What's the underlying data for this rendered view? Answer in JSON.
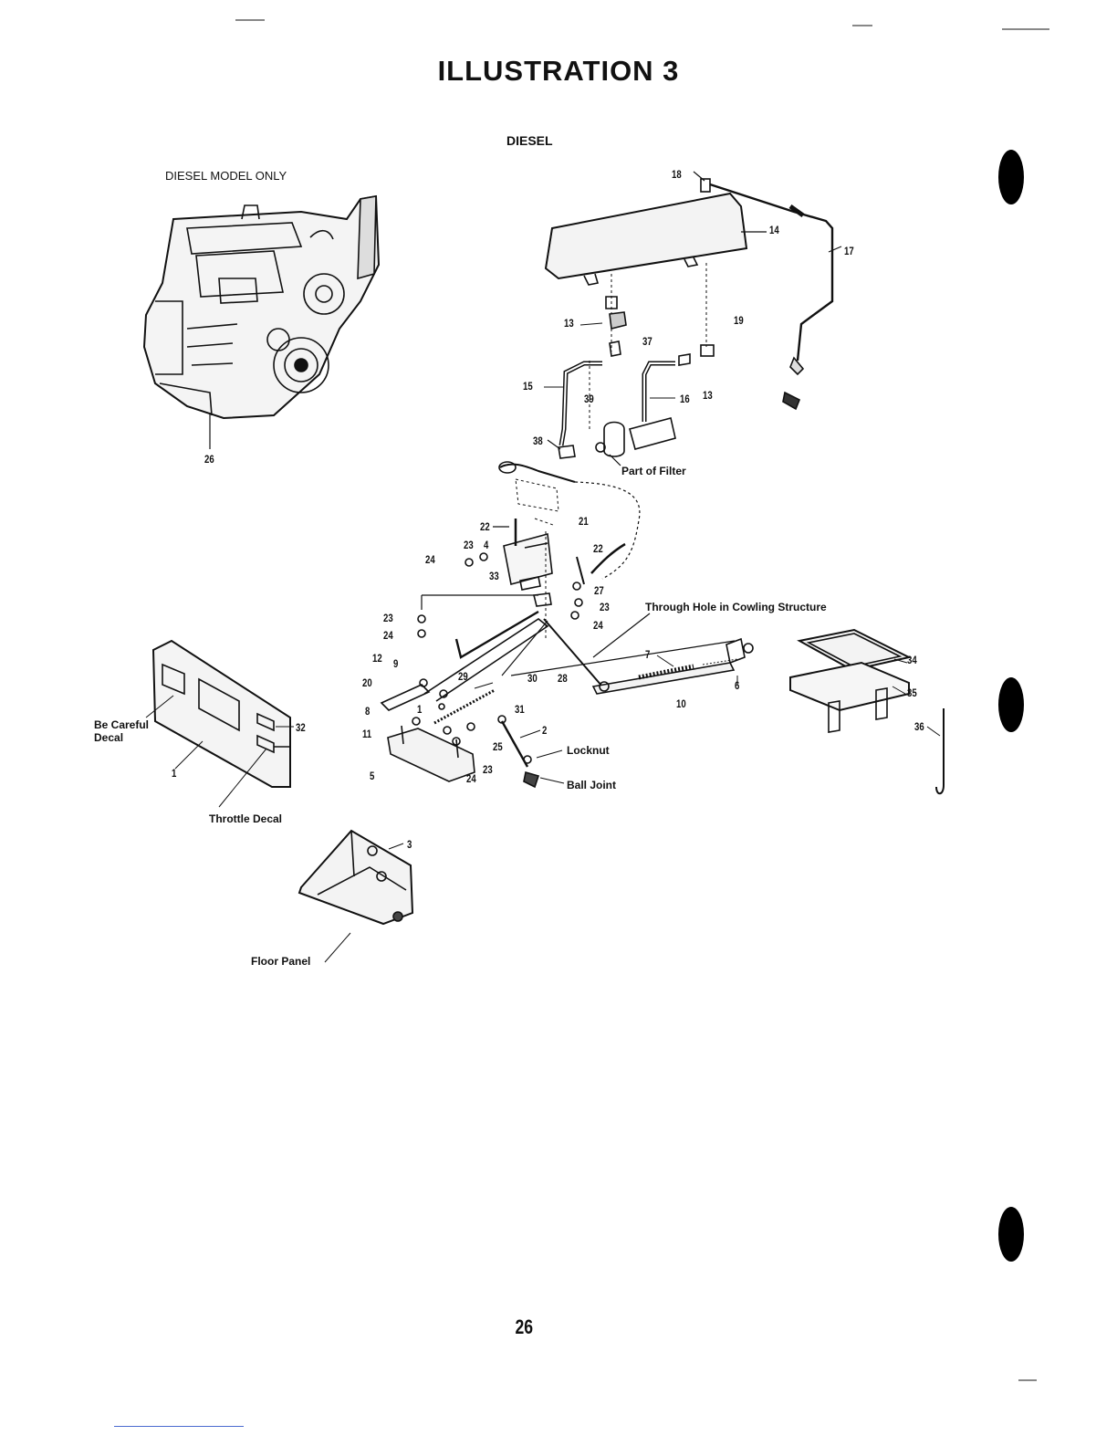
{
  "heading": "ILLUSTRATION 3",
  "subheading": "DIESEL",
  "labels": {
    "diesel_model_only": "DIESEL MODEL ONLY",
    "part_of_filter": "Part of Filter",
    "through_hole": "Through Hole in Cowling Structure",
    "be_careful_decal_1": "Be Careful",
    "be_careful_decal_2": "Decal",
    "throttle_decal": "Throttle Decal",
    "floor_panel": "Floor Panel",
    "locknut": "Locknut",
    "ball_joint": "Ball Joint"
  },
  "callouts": {
    "n26a": "26",
    "n18": "18",
    "n14": "14",
    "n17": "17",
    "n19": "19",
    "n13a": "13",
    "n37": "37",
    "n15": "15",
    "n39": "39",
    "n16": "16",
    "n13b": "13",
    "n38": "38",
    "n22a": "22",
    "n21": "21",
    "n23a": "23",
    "n4": "4",
    "n22b": "22",
    "n24a": "24",
    "n33": "33",
    "n27": "27",
    "n23b": "23",
    "n24b": "24",
    "n23c": "23",
    "n24c": "24",
    "n12": "12",
    "n9": "9",
    "n20": "20",
    "n29": "29",
    "n30": "30",
    "n28": "28",
    "n7": "7",
    "n6": "6",
    "n10": "10",
    "n8": "8",
    "n1a": "1",
    "n31": "31",
    "n11": "11",
    "n2": "2",
    "n25": "25",
    "n5": "5",
    "n24d": "24",
    "n23d": "23",
    "n32": "32",
    "n1b": "1",
    "n34": "34",
    "n35": "35",
    "n36": "36",
    "n3": "3"
  },
  "page_number": "26"
}
